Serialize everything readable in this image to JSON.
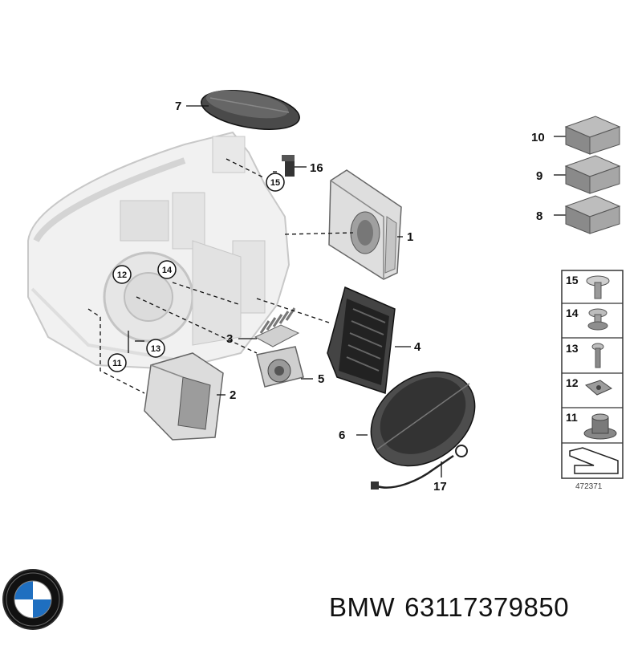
{
  "callouts": {
    "c1": "1",
    "c2": "2",
    "c3": "3",
    "c4": "4",
    "c5": "5",
    "c6": "6",
    "c7": "7",
    "c8": "8",
    "c9": "9",
    "c10": "10",
    "c16": "16",
    "c17": "17"
  },
  "circled": {
    "c11": "11",
    "c12": "12",
    "c13": "13",
    "c14": "14",
    "c15": "15"
  },
  "panel": {
    "p15": "15",
    "p14": "14",
    "p13": "13",
    "p12": "12",
    "p11": "11"
  },
  "diagram_id": "472371",
  "caption": {
    "brand": "BMW",
    "part_number": "63117379850"
  },
  "colors": {
    "line": "#111111",
    "part_fill": "#d9d9d9",
    "part_dark": "#3a3a3a",
    "housing": "#ececec"
  },
  "icons": {
    "logo": "bmw-roundel-logo"
  }
}
